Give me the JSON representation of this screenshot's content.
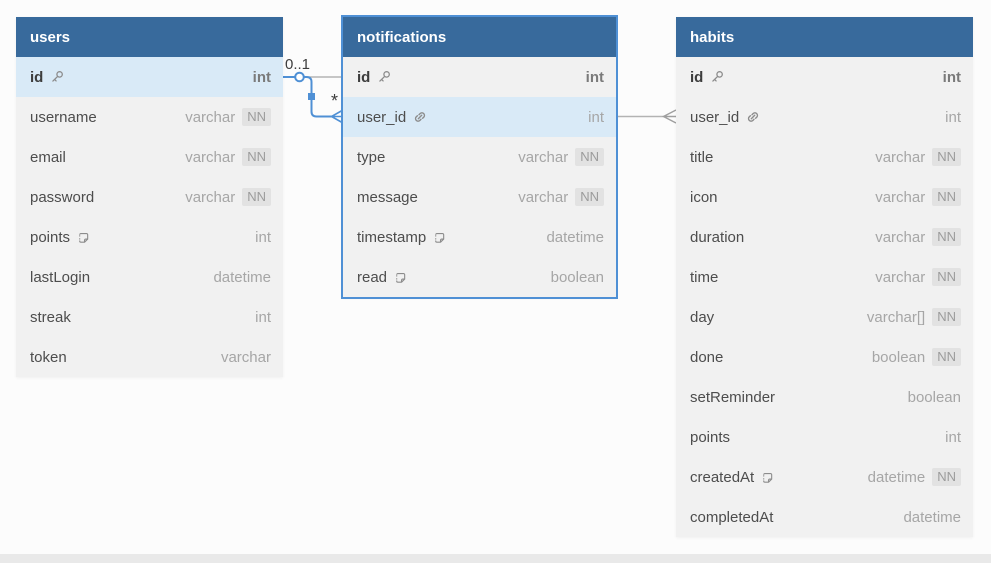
{
  "colors": {
    "table_header": "#386a9c",
    "row_bg": "#f1f1f1",
    "highlight_row_bg": "#d9eaf7",
    "selected_blue": "#4f90d5",
    "relation_gray": "#b3b3b3",
    "badge_bg": "#e2e2e2",
    "canvas_bg": "#fcfcfc"
  },
  "relationships": [
    {
      "id": "users-notifications",
      "from": "users.id",
      "to": "notifications.user_id",
      "source_cardinality": "0..1",
      "target_cardinality": "*",
      "selected": true
    },
    {
      "id": "users-habits",
      "from": "users.id",
      "to": "habits.user_id",
      "selected": false
    }
  ],
  "tables": [
    {
      "id": "users",
      "title": "users",
      "selected": false,
      "columns": [
        {
          "name": "id",
          "icon": "key",
          "type": "int",
          "badge": null,
          "pk": true,
          "highlight": true
        },
        {
          "name": "username",
          "icon": null,
          "type": "varchar",
          "badge": "NN"
        },
        {
          "name": "email",
          "icon": null,
          "type": "varchar",
          "badge": "NN"
        },
        {
          "name": "password",
          "icon": null,
          "type": "varchar",
          "badge": "NN"
        },
        {
          "name": "points",
          "icon": "note",
          "type": "int",
          "badge": null
        },
        {
          "name": "lastLogin",
          "icon": null,
          "type": "datetime",
          "badge": null
        },
        {
          "name": "streak",
          "icon": null,
          "type": "int",
          "badge": null
        },
        {
          "name": "token",
          "icon": null,
          "type": "varchar",
          "badge": null
        }
      ]
    },
    {
      "id": "notifications",
      "title": "notifications",
      "selected": true,
      "columns": [
        {
          "name": "id",
          "icon": "key",
          "type": "int",
          "badge": null,
          "pk": true
        },
        {
          "name": "user_id",
          "icon": "link",
          "type": "int",
          "badge": null,
          "highlight": true
        },
        {
          "name": "type",
          "icon": null,
          "type": "varchar",
          "badge": "NN"
        },
        {
          "name": "message",
          "icon": null,
          "type": "varchar",
          "badge": "NN"
        },
        {
          "name": "timestamp",
          "icon": "note",
          "type": "datetime",
          "badge": null
        },
        {
          "name": "read",
          "icon": "note",
          "type": "boolean",
          "badge": null
        }
      ]
    },
    {
      "id": "habits",
      "title": "habits",
      "selected": false,
      "columns": [
        {
          "name": "id",
          "icon": "key",
          "type": "int",
          "badge": null,
          "pk": true
        },
        {
          "name": "user_id",
          "icon": "link",
          "type": "int",
          "badge": null
        },
        {
          "name": "title",
          "icon": null,
          "type": "varchar",
          "badge": "NN"
        },
        {
          "name": "icon",
          "icon": null,
          "type": "varchar",
          "badge": "NN"
        },
        {
          "name": "duration",
          "icon": null,
          "type": "varchar",
          "badge": "NN"
        },
        {
          "name": "time",
          "icon": null,
          "type": "varchar",
          "badge": "NN"
        },
        {
          "name": "day",
          "icon": null,
          "type": "varchar[]",
          "badge": "NN"
        },
        {
          "name": "done",
          "icon": null,
          "type": "boolean",
          "badge": "NN"
        },
        {
          "name": "setReminder",
          "icon": null,
          "type": "boolean",
          "badge": null
        },
        {
          "name": "points",
          "icon": null,
          "type": "int",
          "badge": null
        },
        {
          "name": "createdAt",
          "icon": "note",
          "type": "datetime",
          "badge": "NN"
        },
        {
          "name": "completedAt",
          "icon": null,
          "type": "datetime",
          "badge": null
        }
      ]
    }
  ]
}
